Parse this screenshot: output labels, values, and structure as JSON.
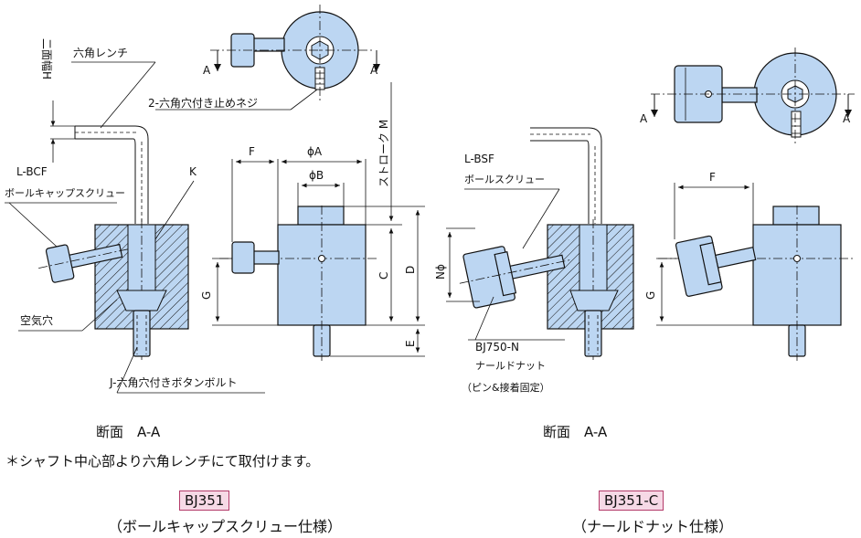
{
  "left_view": {
    "labels": {
      "hex_wrench": "六角レンチ",
      "width_across": "二面幅H",
      "set_screw": "2-六角穴付き止めネジ",
      "ball_cap_code": "L-BCF",
      "ball_cap_name": "ボールキャップスクリュー",
      "k": "K",
      "air_hole": "空気穴",
      "button_bolt": "J-六角穴付きボタンボルト",
      "section_a": "A",
      "section_a2": "A"
    },
    "dims": {
      "f": "F",
      "phi_a": "ϕA",
      "phi_b": "ϕB",
      "g": "G",
      "c": "C",
      "d": "D",
      "e": "E",
      "stroke": "ストローク M"
    },
    "section_caption": "断面　A-A"
  },
  "right_view": {
    "labels": {
      "ball_screw_code": "L-BSF",
      "ball_screw_name": "ボールスクリュー",
      "knurl_nut_code": "BJ750-N",
      "knurl_nut_name": "ナールドナット",
      "knurl_note": "（ピン&接着固定）",
      "n_phi": "Nϕ",
      "section_a": "A",
      "section_a2": "A"
    },
    "dims": {
      "f": "F",
      "g": "G"
    },
    "section_caption": "断面　A-A"
  },
  "note": "＊シャフト中心部より六角レンチにて取付けます。",
  "models": [
    {
      "code": "BJ351",
      "spec": "（ボールキャップスクリュー仕様）"
    },
    {
      "code": "BJ351-C",
      "spec": "（ナールドナット仕様）"
    }
  ],
  "colors": {
    "body": "#bcd6f2",
    "model_box": "#f6d9e6",
    "model_border": "#b43b6a"
  }
}
